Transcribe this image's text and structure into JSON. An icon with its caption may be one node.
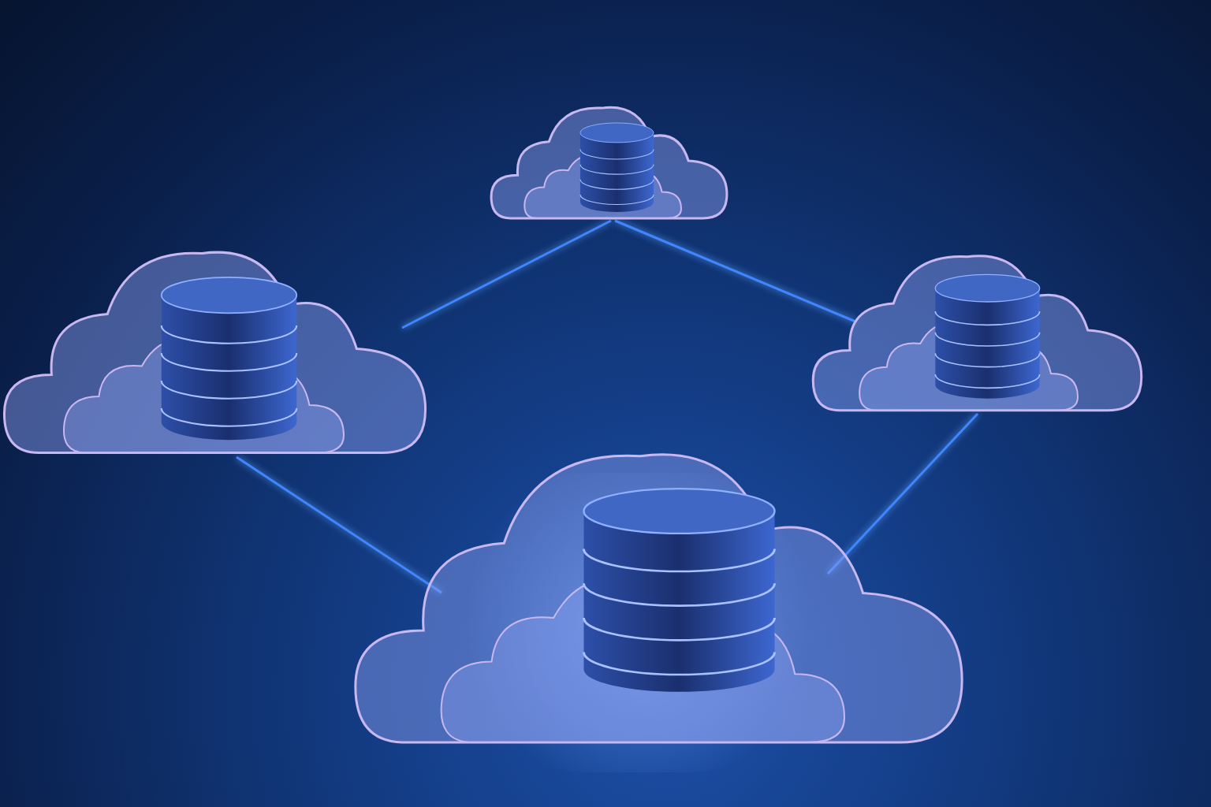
{
  "diagram": {
    "nodes": [
      {
        "text": [],
        "shape": "cloud"
      },
      {
        "text": [],
        "shape": "cylinder",
        "in": 0
      },
      {
        "text": [],
        "shape": "cloud"
      },
      {
        "text": [],
        "shape": "cylinder",
        "in": 2
      },
      {
        "text": [],
        "shape": "cloud"
      },
      {
        "text": [],
        "shape": "cylinder",
        "in": 4
      },
      {
        "text": [],
        "shape": "cloud"
      },
      {
        "text": [],
        "shape": "cylinder",
        "in": 6
      }
    ],
    "edges": [
      {
        "from": 0,
        "to": 2,
        "arrow": "none"
      },
      {
        "from": 0,
        "to": 4,
        "arrow": "none"
      },
      {
        "from": 2,
        "to": 6,
        "arrow": "none"
      },
      {
        "from": 4,
        "to": 6,
        "arrow": "none"
      }
    ]
  }
}
